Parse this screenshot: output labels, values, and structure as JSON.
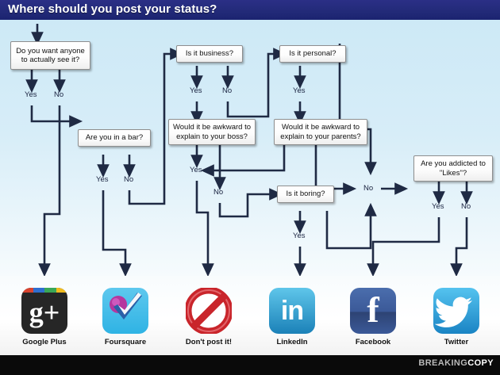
{
  "header": {
    "title": "Where should you post your status?"
  },
  "brand": {
    "part1": "BREAKING",
    "part2": "COPY"
  },
  "nodes": {
    "q1": "Do you want anyone to actually see it?",
    "q2": "Are you in a bar?",
    "q3": "Is it business?",
    "q4": "Is it personal?",
    "q5": "Would it be awkward to explain to your boss?",
    "q6": "Would it be awkward to explain to your parents?",
    "q7": "Is it boring?",
    "q8": "Are you addicted to \"Likes\"?"
  },
  "labels": {
    "q1_yes": "Yes",
    "q1_no": "No",
    "q2_yes": "Yes",
    "q2_no": "No",
    "q3_yes": "Yes",
    "q3_no": "No",
    "q4_yes": "Yes",
    "q5_yes": "Yes",
    "q5_no": "No",
    "q6_no": "No",
    "q7_yes": "Yes",
    "q8_yes": "Yes",
    "q8_no": "No"
  },
  "outcomes": [
    {
      "id": "google-plus",
      "label": "Google Plus"
    },
    {
      "id": "foursquare",
      "label": "Foursquare"
    },
    {
      "id": "dont-post",
      "label": "Don't post it!"
    },
    {
      "id": "linkedin",
      "label": "LinkedIn"
    },
    {
      "id": "facebook",
      "label": "Facebook"
    },
    {
      "id": "twitter",
      "label": "Twitter"
    }
  ],
  "colors": {
    "header_bg": "#252d80",
    "canvas_top": "#cde9f6",
    "canvas_bottom": "#f6fbfd",
    "wire": "#1f2a44",
    "box_border": "#8e8e8e",
    "footer_bg": "#0a0a0a"
  },
  "chart_data": {
    "type": "flowchart",
    "title": "Where should you post your status?",
    "decisions": [
      "Do you want anyone to actually see it?",
      "Are you in a bar?",
      "Is it business?",
      "Is it personal?",
      "Would it be awkward to explain to your boss?",
      "Would it be awkward to explain to your parents?",
      "Is it boring?",
      "Are you addicted to \"Likes\"?"
    ],
    "terminals": [
      "Google Plus",
      "Foursquare",
      "Don't post it!",
      "LinkedIn",
      "Facebook",
      "Twitter"
    ],
    "edges": [
      {
        "from": "start",
        "to": "Do you want anyone to actually see it?",
        "label": ""
      },
      {
        "from": "Do you want anyone to actually see it?",
        "to": "Google Plus",
        "label": "Yes"
      },
      {
        "from": "Do you want anyone to actually see it?",
        "to": "Are you in a bar?",
        "label": "No"
      },
      {
        "from": "Are you in a bar?",
        "to": "Foursquare",
        "label": "Yes"
      },
      {
        "from": "Are you in a bar?",
        "to": "Is it business?",
        "label": "No"
      },
      {
        "from": "Is it business?",
        "to": "Would it be awkward to explain to your boss?",
        "label": "Yes"
      },
      {
        "from": "Is it business?",
        "to": "Is it personal?",
        "label": "No"
      },
      {
        "from": "Is it personal?",
        "to": "Would it be awkward to explain to your parents?",
        "label": "Yes"
      },
      {
        "from": "Is it personal?",
        "to": "Are you addicted to \"Likes\"?",
        "label": "No"
      },
      {
        "from": "Would it be awkward to explain to your boss?",
        "to": "Don't post it!",
        "label": "Yes"
      },
      {
        "from": "Would it be awkward to explain to your boss?",
        "to": "Is it boring?",
        "label": "No"
      },
      {
        "from": "Would it be awkward to explain to your parents?",
        "to": "Don't post it!",
        "label": "Yes"
      },
      {
        "from": "Would it be awkward to explain to your parents?",
        "to": "Are you addicted to \"Likes\"?",
        "label": "No"
      },
      {
        "from": "Is it boring?",
        "to": "LinkedIn",
        "label": "Yes"
      },
      {
        "from": "Is it boring?",
        "to": "Are you addicted to \"Likes\"?",
        "label": "No"
      },
      {
        "from": "Are you addicted to \"Likes\"?",
        "to": "Facebook",
        "label": "Yes"
      },
      {
        "from": "Are you addicted to \"Likes\"?",
        "to": "Twitter",
        "label": "No"
      }
    ]
  }
}
